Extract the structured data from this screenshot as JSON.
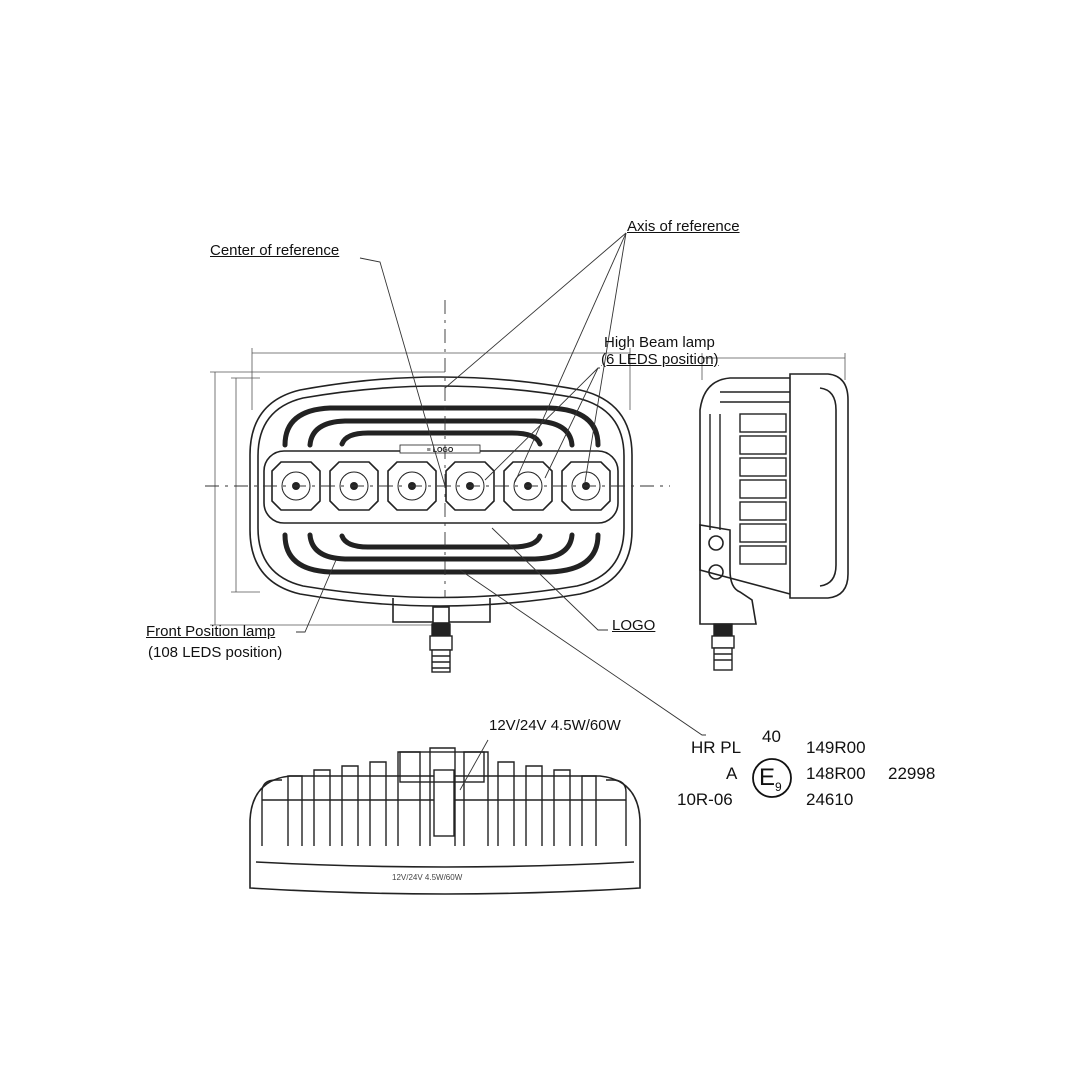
{
  "labels": {
    "center_of_reference": "Center of reference",
    "axis_of_reference": "Axis of reference",
    "high_beam_lamp": "High Beam lamp",
    "high_beam_leds": "(6 LEDS position)",
    "front_position_lamp": "Front Position lamp",
    "front_position_leds": "(108 LEDS position)",
    "logo": "LOGO",
    "rating_top": "12V/24V  4.5W/60W",
    "rating_bottom": "12V/24V  4.5W/60W"
  },
  "approval": {
    "hr_pl": "HR PL",
    "a": "A",
    "r10": "10R-06",
    "num40": "40",
    "e_mark": "E",
    "e_sub": "9",
    "r149": "149R00",
    "r148": "148R00",
    "n22998": "22998",
    "n24610": "24610"
  },
  "high_beam_led_count": 6,
  "colors": {
    "line": "#222222",
    "fill_dark": "#333333"
  }
}
